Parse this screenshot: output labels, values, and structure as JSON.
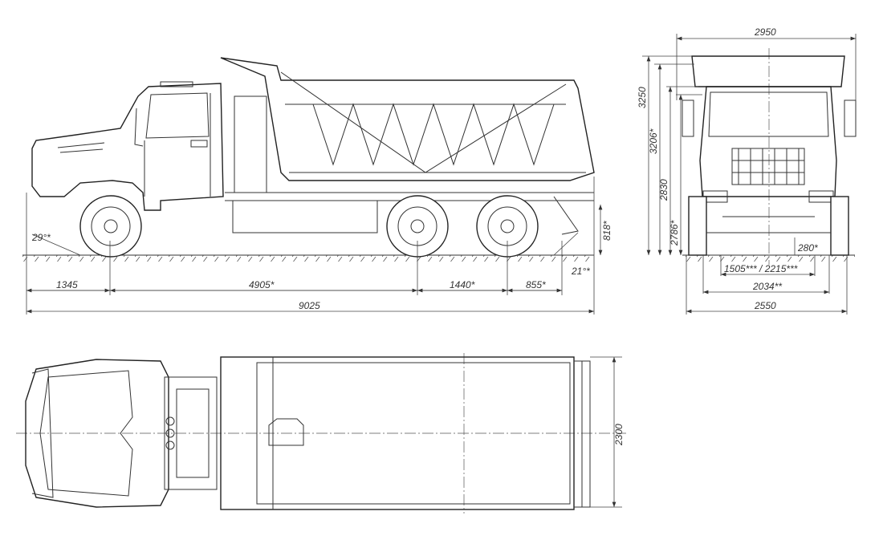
{
  "drawing": {
    "side_view": {
      "dimensions": {
        "front_overhang": "1345",
        "wheelbase_1": "4905*",
        "wheelbase_2": "1440*",
        "rear_overhang": "855*",
        "overall_length": "9025",
        "approach_angle": "29°*",
        "departure_angle": "21°*",
        "platform_height": "818*"
      }
    },
    "front_view": {
      "dimensions": {
        "overall_width_mirrors": "2950",
        "height_max": "3250",
        "height_max_alt": "3206*",
        "height_cab": "2830",
        "height_cab_alt": "2786*",
        "ground_clearance": "280*",
        "track_variants": "1505*** / 2215***",
        "track": "2034**",
        "overall_width": "2550"
      }
    },
    "top_view": {
      "dimensions": {
        "body_width": "2300"
      }
    }
  }
}
